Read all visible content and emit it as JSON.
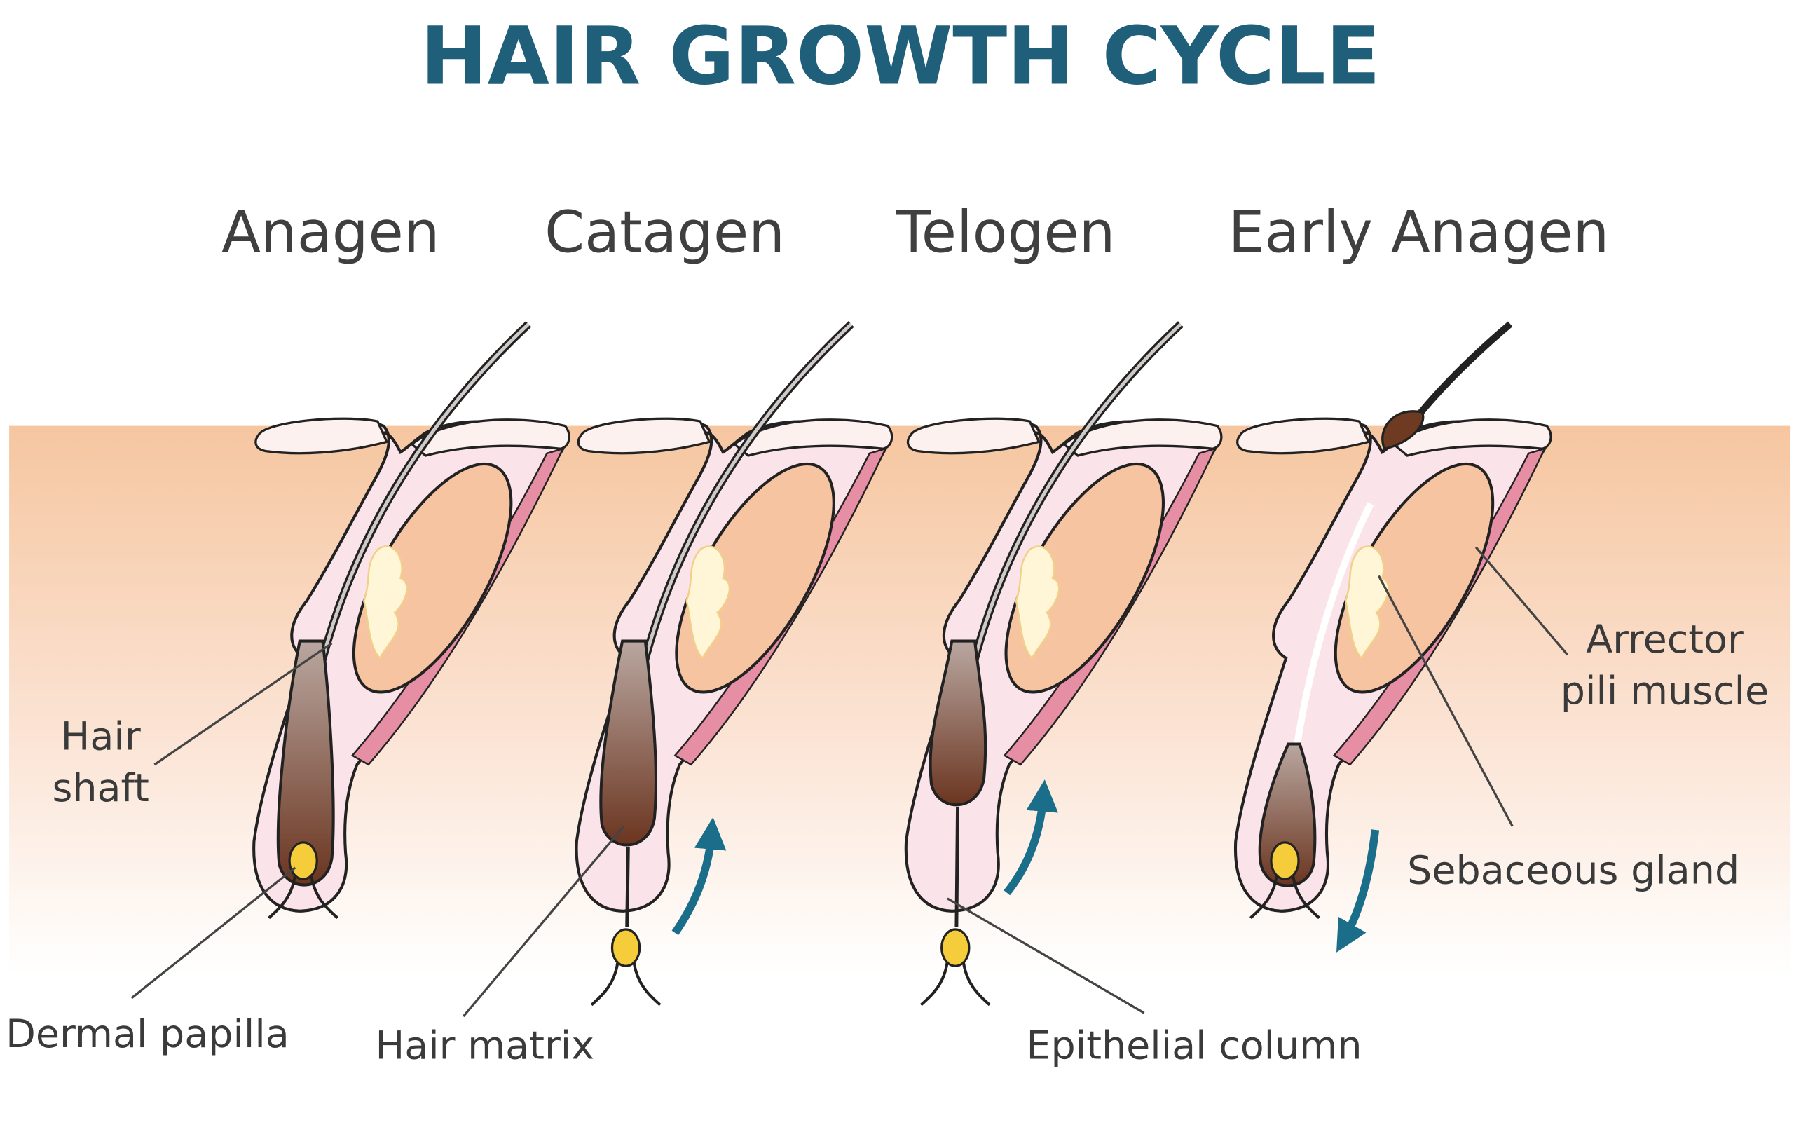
{
  "title": "HAIR GROWTH CYCLE",
  "phases": [
    "Anagen",
    "Catagen",
    "Telogen",
    "Early Anagen"
  ],
  "labels": {
    "hair_shaft": [
      "Hair",
      "shaft"
    ],
    "dermal_papilla": "Dermal papilla",
    "hair_matrix": "Hair matrix",
    "epithelial_column": "Epithelial column",
    "sebaceous_gland": "Sebaceous gland",
    "arrector_pili": [
      "Arrector",
      "pili muscle"
    ]
  },
  "colors": {
    "title": "#1f5f7a",
    "arrow": "#1a6e8a",
    "skin": "#f6c7a3",
    "hair": "#6e3a22",
    "papilla": "#f5cc3a",
    "muscle": "#e68ea3",
    "sheath": "#fbe3ea"
  }
}
